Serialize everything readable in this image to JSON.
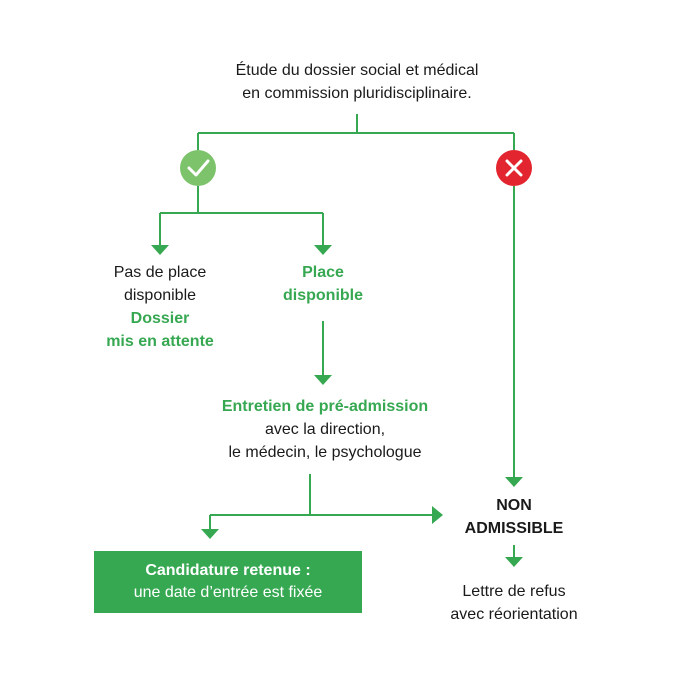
{
  "colors": {
    "line": "#37a852",
    "yes": "#7cc36b",
    "no": "#e2252f",
    "box": "#37a852"
  },
  "icons": {
    "yes": "check-icon",
    "no": "cross-icon"
  },
  "top_node": {
    "line1": "Étude du dossier social et médical",
    "line2": "en commission pluridisciplinaire."
  },
  "no_place": {
    "line1": "Pas de place",
    "line2": "disponible",
    "line3": "Dossier",
    "line4": "mis en attente"
  },
  "place": {
    "line1": "Place",
    "line2": "disponible"
  },
  "interview": {
    "line1": "Entretien de pré-admission",
    "line2": "avec la direction,",
    "line3": "le médecin, le psychologue"
  },
  "non_admissible": {
    "line1": "NON",
    "line2": "ADMISSIBLE"
  },
  "refusal": {
    "line1": "Lettre de refus",
    "line2": "avec réorientation"
  },
  "accepted": {
    "line1": "Candidature retenue :",
    "line2": "une date d’entrée est fixée"
  }
}
